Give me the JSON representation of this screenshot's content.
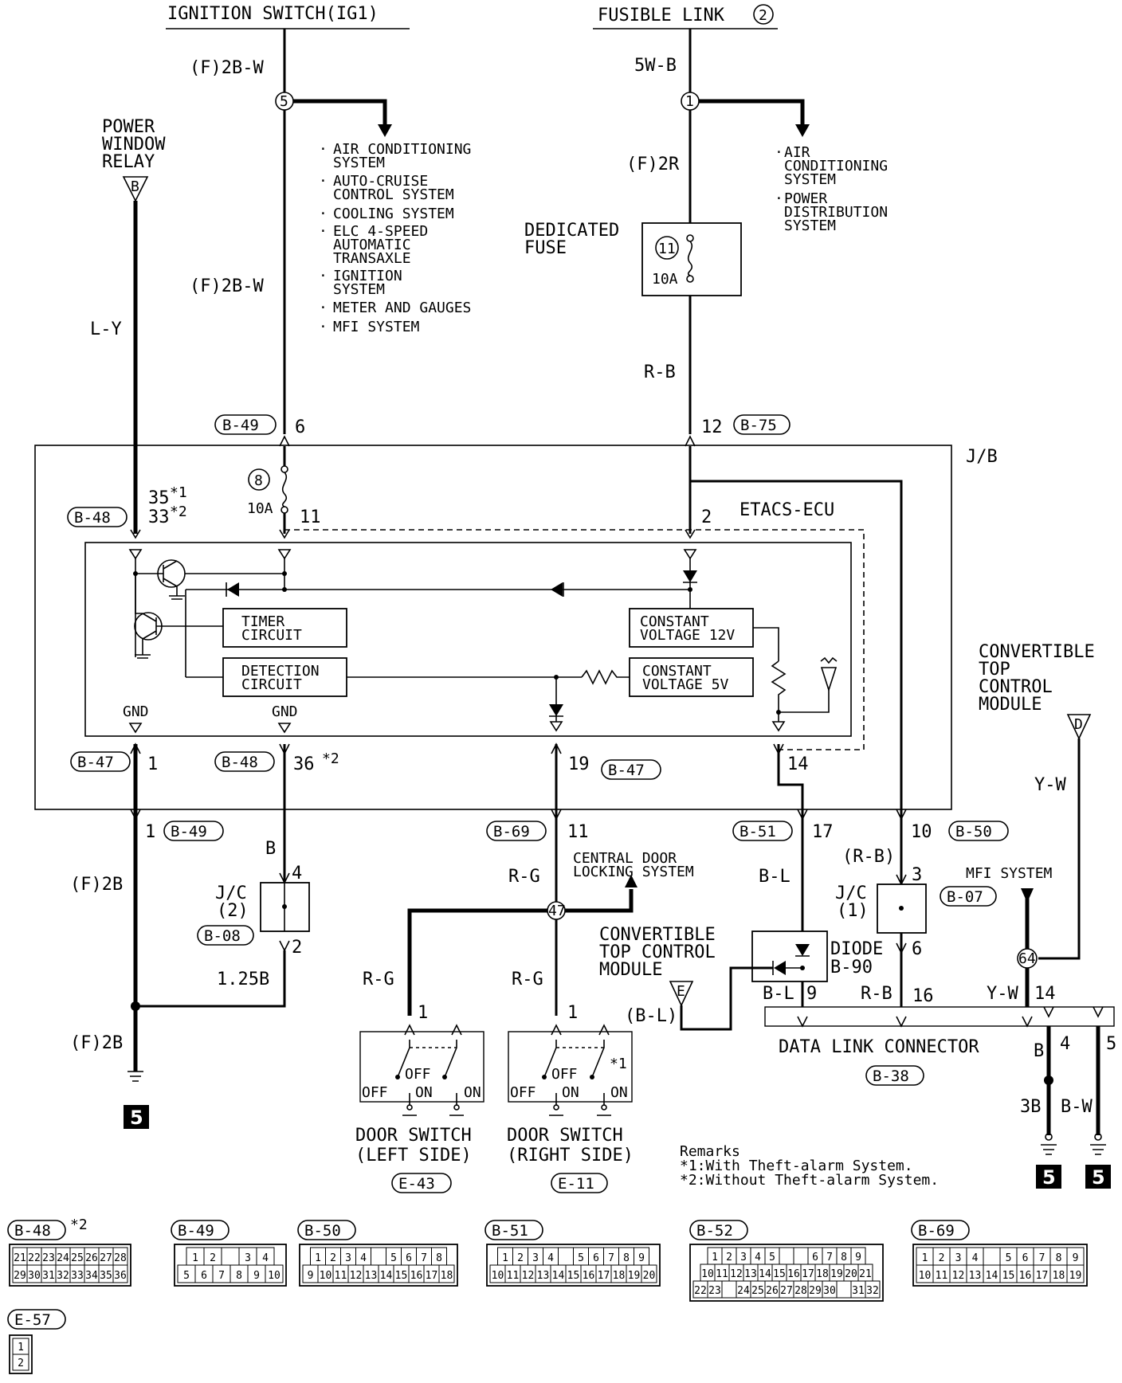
{
  "sources": {
    "ignition": "IGNITION SWITCH(IG1)",
    "fusible": "FUSIBLE LINK",
    "fusible_num": "2"
  },
  "wires": {
    "f2bw_top": "(F)2B-W",
    "f2bw_mid": "(F)2B-W",
    "w5wb": "5W-B",
    "f2r": "(F)2R",
    "rb": "R-B",
    "ly": "L-Y",
    "f2b_a": "(F)2B",
    "f2b_b": "(F)2B",
    "b": "B",
    "b125": "1.25B",
    "rg_trunk": "R-G",
    "rg_left": "R-G",
    "rg_right": "R-G",
    "bl": "B-L",
    "bl_lower": "B-L",
    "bl_paren": "(B-L)",
    "rb_paren": "(R-B)",
    "rb_low": "R-B",
    "yw": "Y-W",
    "yw_low": "Y-W",
    "b_dlc": "B",
    "b3": "3B",
    "bw": "B-W"
  },
  "junctions": {
    "j5": "5",
    "j1": "1",
    "j47": "47",
    "j64": "64"
  },
  "ig_list": {
    "i1a": "AIR CONDITIONING",
    "i1b": "SYSTEM",
    "i2a": "AUTO-CRUISE",
    "i2b": "CONTROL SYSTEM",
    "i3": "COOLING SYSTEM",
    "i4a": "ELC 4-SPEED",
    "i4b": "AUTOMATIC",
    "i4c": "TRANSAXLE",
    "i5a": "IGNITION",
    "i5b": "SYSTEM",
    "i6": "METER AND GAUGES",
    "i7": "MFI SYSTEM"
  },
  "fl_list": {
    "f1a": "AIR",
    "f1b": "CONDITIONING",
    "f1c": "SYSTEM",
    "f2a": "POWER",
    "f2b": "DISTRIBUTION",
    "f2c": "SYSTEM"
  },
  "relay": {
    "l1": "POWER",
    "l2": "WINDOW",
    "l3": "RELAY",
    "tri": "B"
  },
  "dedicated_fuse": {
    "l1": "DEDICATED",
    "l2": "FUSE",
    "num": "11",
    "amp": "10A"
  },
  "jb": {
    "label": "J/B",
    "fuse_num": "8",
    "fuse_amp": "10A"
  },
  "connectors": {
    "b49_top": "B-49",
    "b75": "B-75",
    "b48_a": "B-48",
    "b47_a": "B-47",
    "b48_b": "B-48",
    "b47_b": "B-47",
    "b49_low": "B-49",
    "b69": "B-69",
    "b51": "B-51",
    "b50": "B-50",
    "b08": "B-08",
    "b07": "B-07",
    "b38": "B-38",
    "e43": "E-43",
    "e11": "E-11"
  },
  "pins": {
    "p6": "6",
    "p12": "12",
    "p35": "35",
    "p33": "33",
    "s1": "*1",
    "s2": "*2",
    "p11": "11",
    "p2": "2",
    "p1a": "1",
    "p36": "36",
    "p36s": "*2",
    "p19": "19",
    "p14": "14",
    "p1b": "1",
    "p11b": "11",
    "p17": "17",
    "p10": "10",
    "p4": "4",
    "p2b": "2",
    "p3": "3",
    "p6b": "6",
    "p9": "9",
    "p16": "16",
    "p14b": "14",
    "p4b": "4",
    "p5": "5",
    "d1": "1",
    "d2": "1",
    "st1": "*1"
  },
  "ecu": {
    "name": "ETACS-ECU",
    "timer1": "TIMER",
    "timer2": "CIRCUIT",
    "det1": "DETECTION",
    "det2": "CIRCUIT",
    "cv12a": "CONSTANT",
    "cv12b": "VOLTAGE 12V",
    "cv5a": "CONSTANT",
    "cv5b": "VOLTAGE 5V",
    "gnd1": "GND",
    "gnd2": "GND"
  },
  "jc2": {
    "l1": "J/C",
    "l2": "(2)"
  },
  "jc1": {
    "l1": "J/C",
    "l2": "(1)"
  },
  "central": {
    "l1": "CENTRAL DOOR",
    "l2": "LOCKING SYSTEM"
  },
  "ctm_top": {
    "l1": "CONVERTIBLE",
    "l2": "TOP",
    "l3": "CONTROL",
    "l4": "MODULE",
    "tri": "D"
  },
  "ctm_mid": {
    "l1": "CONVERTIBLE",
    "l2": "TOP CONTROL",
    "l3": "MODULE",
    "tri": "E"
  },
  "mfi": "MFI SYSTEM",
  "diode": {
    "l1": "DIODE",
    "l2": "B-90"
  },
  "dlc": "DATA LINK CONNECTOR",
  "door_left": {
    "l1": "DOOR SWITCH",
    "l2": "(LEFT SIDE)"
  },
  "door_right": {
    "l1": "DOOR SWITCH",
    "l2": "(RIGHT SIDE)"
  },
  "sw": {
    "off": "OFF",
    "on": "ON",
    "off2": "OFF"
  },
  "ground": {
    "g1": "5",
    "g2": "5",
    "g3": "5"
  },
  "remarks": {
    "title": "Remarks",
    "r1": "*1:With Theft-alarm System.",
    "r2": "*2:Without Theft-alarm System."
  },
  "pinouts": {
    "b48": {
      "name": "B-48",
      "star": "*2",
      "row1": [
        "21",
        "22",
        "23",
        "24",
        "25",
        "26",
        "27",
        "28"
      ],
      "row2": [
        "29",
        "30",
        "31",
        "32",
        "33",
        "34",
        "35",
        "36"
      ]
    },
    "b49": {
      "name": "B-49",
      "row1": [
        "1",
        "2",
        "",
        "3",
        "4"
      ],
      "row2": [
        "5",
        "6",
        "7",
        "8",
        "9",
        "10"
      ]
    },
    "b50": {
      "name": "B-50",
      "row1": [
        "1",
        "2",
        "3",
        "4",
        "",
        "5",
        "6",
        "7",
        "8"
      ],
      "row2": [
        "9",
        "10",
        "11",
        "12",
        "13",
        "14",
        "15",
        "16",
        "17",
        "18"
      ]
    },
    "b51": {
      "name": "B-51",
      "row1": [
        "1",
        "2",
        "3",
        "4",
        "",
        "5",
        "6",
        "7",
        "8",
        "9"
      ],
      "row2": [
        "10",
        "11",
        "12",
        "13",
        "14",
        "15",
        "16",
        "17",
        "18",
        "19",
        "20"
      ]
    },
    "b52": {
      "name": "B-52",
      "row1": [
        "1",
        "2",
        "3",
        "4",
        "5",
        "",
        "",
        "6",
        "7",
        "8",
        "9"
      ],
      "row2": [
        "10",
        "11",
        "12",
        "13",
        "14",
        "15",
        "16",
        "17",
        "18",
        "19",
        "20",
        "21"
      ],
      "row3": [
        "22",
        "23",
        "",
        "24",
        "25",
        "26",
        "27",
        "28",
        "29",
        "30",
        "",
        "31",
        "32"
      ]
    },
    "b69": {
      "name": "B-69",
      "row1": [
        "1",
        "2",
        "3",
        "4",
        "",
        "5",
        "6",
        "7",
        "8",
        "9"
      ],
      "row2": [
        "10",
        "11",
        "12",
        "13",
        "14",
        "15",
        "16",
        "17",
        "18",
        "19"
      ]
    },
    "e57": {
      "name": "E-57",
      "pins": [
        "1",
        "2"
      ]
    }
  }
}
